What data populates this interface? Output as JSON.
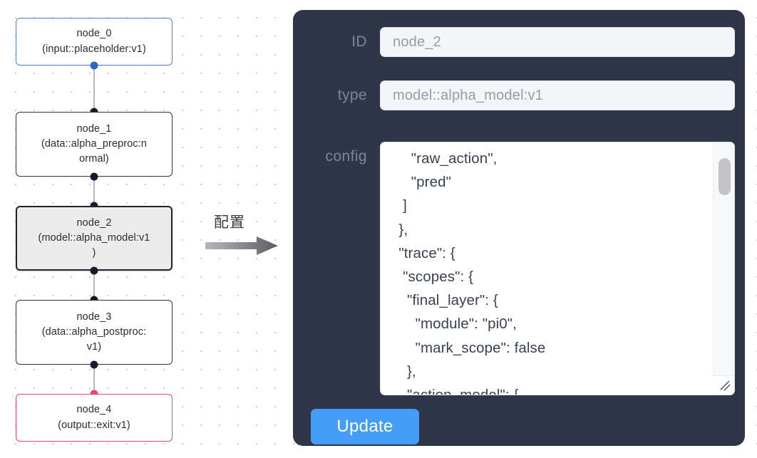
{
  "canvas": {
    "grid": "dotted",
    "background_color": "#ffffff",
    "dot_color": "#c9c9cf"
  },
  "graph": {
    "nodes": [
      {
        "id": "node_0",
        "label": "node_0\n(input::placeholder:v1)",
        "role": "input",
        "border_color": "#4a7fd0",
        "selected": false
      },
      {
        "id": "node_1",
        "label": "node_1\n(data::alpha_preproc:n\normal)",
        "role": "process",
        "border_color": "#333340",
        "selected": false
      },
      {
        "id": "node_2",
        "label": "node_2\n(model::alpha_model:v1\n)",
        "role": "model",
        "border_color": "#23232e",
        "selected": true
      },
      {
        "id": "node_3",
        "label": "node_3\n(data::alpha_postproc:\nv1)",
        "role": "process",
        "border_color": "#333340",
        "selected": false
      },
      {
        "id": "node_4",
        "label": "node_4\n(output::exit:v1)",
        "role": "output",
        "border_color": "#ec3f81",
        "selected": false
      }
    ],
    "edges": [
      {
        "from": "node_0",
        "to": "node_1"
      },
      {
        "from": "node_1",
        "to": "node_2"
      },
      {
        "from": "node_2",
        "to": "node_3"
      },
      {
        "from": "node_3",
        "to": "node_4"
      }
    ],
    "edge_color": "#b9b9bd",
    "port_color": "#1a1a2e"
  },
  "arrow": {
    "caption": "配置",
    "color": "#6e6e76"
  },
  "panel": {
    "background_color": "#2e3647",
    "fields": [
      {
        "key": "id",
        "label": "ID",
        "value": "node_2"
      },
      {
        "key": "type",
        "label": "type",
        "value": "model::alpha_model:v1"
      },
      {
        "key": "config",
        "label": "config",
        "value": "      \"raw_action\",\n      \"pred\"\n    ]\n   },\n   \"trace\": {\n    \"scopes\": {\n     \"final_layer\": {\n       \"module\": \"pi0\",\n       \"mark_scope\": false\n     },\n     \"action_model\": {"
      }
    ],
    "update_button": {
      "label": "Update",
      "color": "#449df7",
      "text_color": "#ffffff"
    },
    "scrollbar": {
      "visible": true,
      "thumb_color": "#c4c4c6"
    }
  }
}
